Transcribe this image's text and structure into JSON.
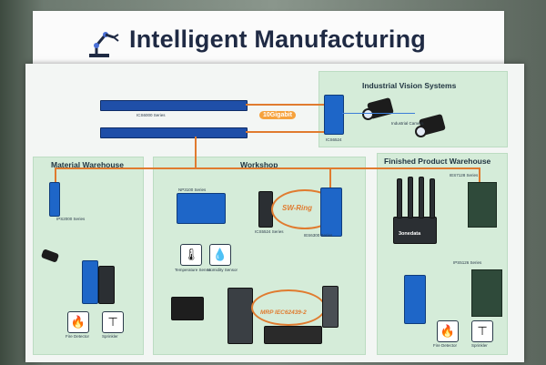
{
  "header": {
    "title": "Intelligent Manufacturing",
    "logo_icon": "robot-arm-icon"
  },
  "core": {
    "uplink_badge": "10Gigabit",
    "switch_label": "ICS6000 Series"
  },
  "vision": {
    "title": "Industrial Vision Systems",
    "switch_label": "ICS6524",
    "camera_label": "Industrial Camera"
  },
  "material": {
    "title": "Material Warehouse",
    "switch_label": "IPS2000 Series",
    "sensor_labels": [
      "Fire Detector",
      "Sprinkler"
    ]
  },
  "workshop": {
    "title": "Workshop",
    "ring_label": "SW-Ring",
    "protocol_label": "MRP IEC62439-2",
    "gateway_label": "NP3100 Series",
    "sensor_labels": [
      "Temperature Sensor",
      "Humidity Sensor"
    ],
    "switch_labels": [
      "ICS5524 Series",
      "IES6300 Series"
    ]
  },
  "finished": {
    "title": "Finished Product Warehouse",
    "router_brand": "3onedata",
    "switch_labels": [
      "IES7128 Series",
      "IPS5126 Series"
    ],
    "sensor_labels": [
      "Fire Detector",
      "Sprinkler"
    ]
  },
  "colors": {
    "board": "#f3f6f4",
    "zone": "#d5ecd9",
    "link": "#e07b2f",
    "device": "#1e66c8",
    "title": "#1f2a44"
  }
}
